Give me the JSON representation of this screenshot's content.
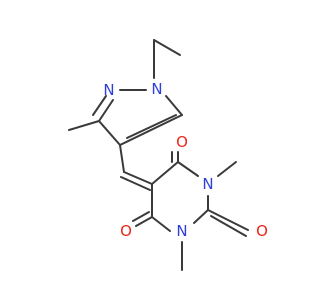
{
  "structure": {
    "colors": {
      "bond": "#3a3a3a",
      "nitrogen": "#2f3fd8",
      "oxygen": "#e8281a",
      "background": "#ffffff"
    },
    "atom_labels": {
      "n_pyrazole_1": "N",
      "n_pyrazole_2": "N",
      "o_top": "O",
      "o_right": "O",
      "o_left": "O",
      "n_pyrimidine_1": "N",
      "n_pyrimidine_3": "N"
    }
  }
}
